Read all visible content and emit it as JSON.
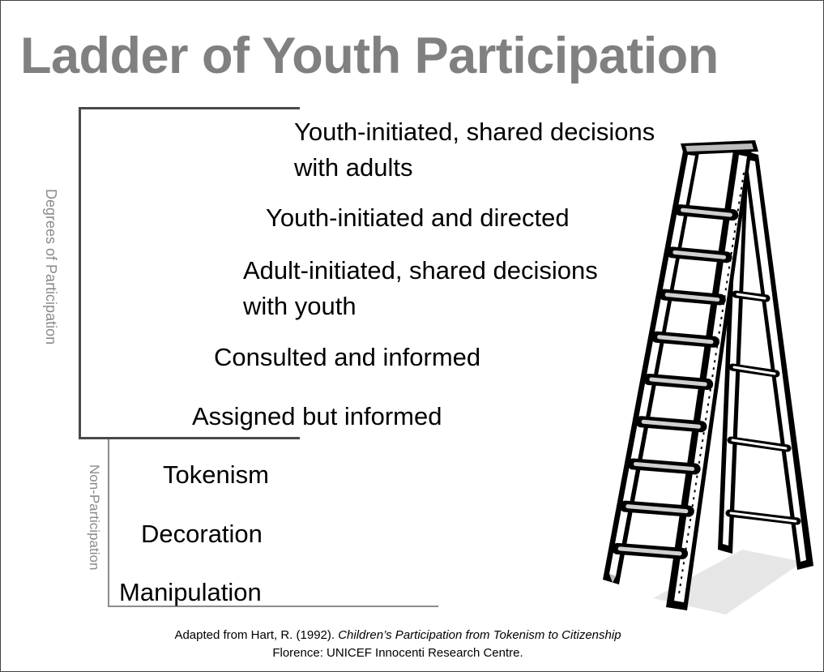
{
  "title": "Ladder of Youth Participation",
  "groups": {
    "participation": "Degrees of Participation",
    "non_participation": "Non-Participation"
  },
  "rungs": [
    {
      "line1": "Youth-initiated, shared decisions",
      "line2": "with adults"
    },
    {
      "line1": "Youth-initiated and directed"
    },
    {
      "line1": "Adult-initiated, shared decisions",
      "line2": "with youth"
    },
    {
      "line1": "Consulted and informed"
    },
    {
      "line1": "Assigned but informed"
    },
    {
      "line1": "Tokenism"
    },
    {
      "line1": "Decoration"
    },
    {
      "line1": "Manipulation"
    }
  ],
  "citation": {
    "prefix": "Adapted from Hart, R. (1992). ",
    "work_title": "Children’s Participation from Tokenism to Citizenship",
    "line2": "Florence: UNICEF Innocenti Research Centre."
  },
  "colors": {
    "title": "#808080",
    "participation_bracket": "#4a4a4a",
    "non_participation_bracket": "#8c8c8c",
    "group_label": "#8a8a8a"
  },
  "image": {
    "icon": "stepladder-icon"
  }
}
